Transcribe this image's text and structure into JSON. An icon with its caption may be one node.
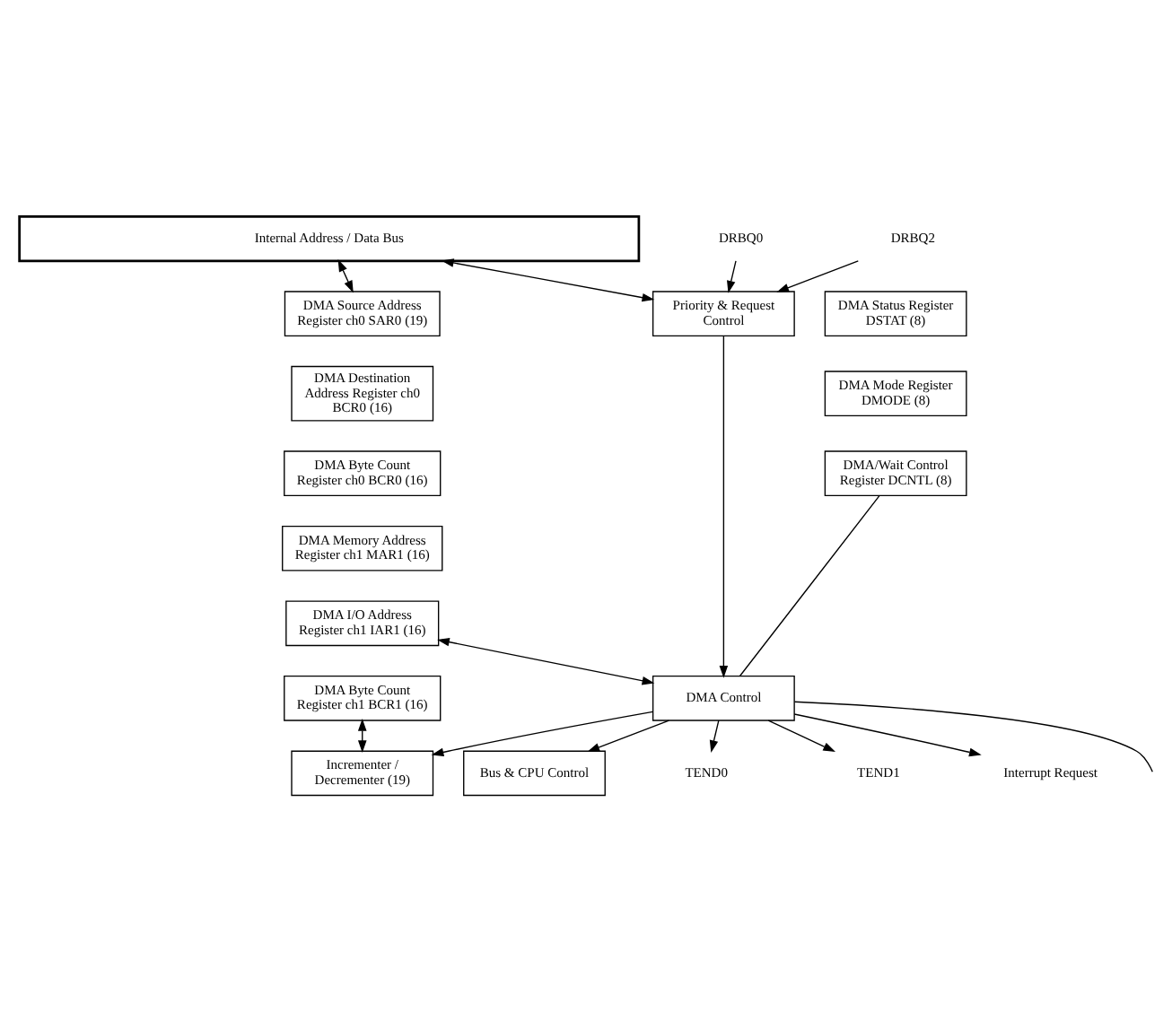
{
  "diagram": {
    "nodes": [
      {
        "text": [
          "Internal Address / Data Bus"
        ]
      },
      {
        "text": [
          "DMA Source Address Register ch0 SAR0 (19)"
        ]
      },
      {
        "text": [
          "DMA Destination Address Register ch0 BCR0 (16)"
        ]
      },
      {
        "text": [
          "DMA Byte Count Register ch0 BCR0 (16)"
        ]
      },
      {
        "text": [
          "DMA Memory Address Register ch1 MAR1 (16)"
        ]
      },
      {
        "text": [
          "DMA I/O Address Register ch1 IAR1 (16)"
        ]
      },
      {
        "text": [
          "DMA Byte Count Register ch1 BCR1 (16)"
        ]
      },
      {
        "text": [
          "DMA Status Register DSTAT (8)"
        ]
      },
      {
        "text": [
          "DMA Mode Register DMODE (8)"
        ]
      },
      {
        "text": [
          "DMA/Wait Control Register DCNTL (8)"
        ]
      },
      {
        "text": [
          "Priority & Request Control"
        ]
      },
      {
        "text": [
          "DRBQ0"
        ]
      },
      {
        "text": [
          "DRBQ2"
        ]
      },
      {
        "text": [
          "DMA Control"
        ]
      },
      {
        "text": [
          "Bus & CPU Control"
        ]
      },
      {
        "text": [
          "Incrementer / Decrementer (19)"
        ]
      },
      {
        "text": [
          "TEND0"
        ]
      },
      {
        "text": [
          "TEND1"
        ]
      },
      {
        "text": [
          "Interrupt Request"
        ]
      }
    ],
    "edges": [
      {
        "from": 0,
        "to": 1,
        "arrow": "both"
      },
      {
        "from": 0,
        "to": 10,
        "arrow": "both"
      },
      {
        "from": 11,
        "to": 10,
        "arrow": "to"
      },
      {
        "from": 12,
        "to": 10,
        "arrow": "to"
      },
      {
        "from": 5,
        "to": 13,
        "arrow": "both"
      },
      {
        "from": 9,
        "to": 13,
        "arrow": "none"
      },
      {
        "from": 10,
        "to": 13,
        "arrow": "to"
      },
      {
        "from": 13,
        "to": 14,
        "arrow": "to"
      },
      {
        "from": 6,
        "to": 15,
        "arrow": "both"
      },
      {
        "from": 13,
        "to": 15,
        "arrow": "to"
      },
      {
        "from": 13,
        "to": 16,
        "arrow": "to"
      },
      {
        "from": 13,
        "to": 17,
        "arrow": "to"
      },
      {
        "from": 13,
        "to": 18,
        "arrow": "to"
      },
      {
        "from": 13,
        "to": null,
        "arrow": "none"
      }
    ]
  }
}
